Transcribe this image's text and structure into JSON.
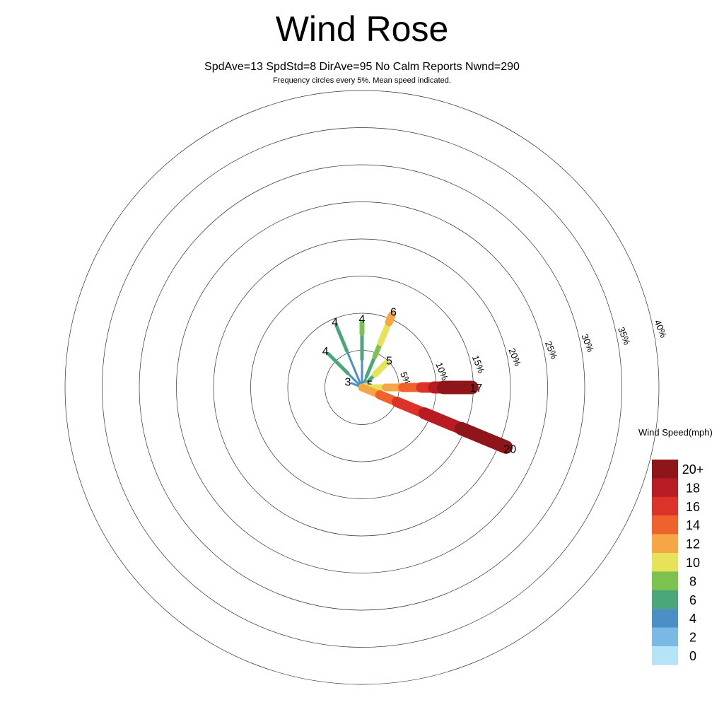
{
  "chart_data": {
    "type": "wind-rose",
    "title": "Wind Rose",
    "stats": "SpdAve=13  SpdStd=8  DirAve=95   No Calm Reports  Nwnd=290",
    "subtitle": "Frequency circles every 5%. Mean speed indicated.",
    "ring_step_percent": 5,
    "rings": [
      "5%",
      "10%",
      "15%",
      "20%",
      "25%",
      "30%",
      "35%",
      "40%"
    ],
    "legend": {
      "title": "Wind Speed(mph)",
      "bins": [
        {
          "label": "20+",
          "color": "#8e1519"
        },
        {
          "label": "18",
          "color": "#b81b24"
        },
        {
          "label": "16",
          "color": "#dc3228"
        },
        {
          "label": "14",
          "color": "#f0622c"
        },
        {
          "label": "12",
          "color": "#f7a647"
        },
        {
          "label": "10",
          "color": "#e6e35b"
        },
        {
          "label": "8",
          "color": "#7cc24e"
        },
        {
          "label": "6",
          "color": "#4aa77a"
        },
        {
          "label": "4",
          "color": "#4a8fc6"
        },
        {
          "label": "2",
          "color": "#7ab9e6"
        },
        {
          "label": "0",
          "color": "#b5e3f8"
        }
      ]
    },
    "petals": [
      {
        "direction": 292.5,
        "mean": "3",
        "segments": [
          {
            "bin": "4",
            "to": 1.5
          }
        ]
      },
      {
        "direction": 315,
        "mean": "4",
        "segments": [
          {
            "bin": "4",
            "to": 2.7
          },
          {
            "bin": "6",
            "to": 6.4
          }
        ]
      },
      {
        "direction": 337.5,
        "mean": "4",
        "segments": [
          {
            "bin": "4",
            "to": 5.3
          },
          {
            "bin": "6",
            "to": 9.0
          }
        ]
      },
      {
        "direction": 0,
        "mean": "4",
        "segments": [
          {
            "bin": "4",
            "to": 3.8
          },
          {
            "bin": "6",
            "to": 7.3
          },
          {
            "bin": "8",
            "to": 8.7
          }
        ]
      },
      {
        "direction": 22.5,
        "mean": "6",
        "segments": [
          {
            "bin": "4",
            "to": 1.6
          },
          {
            "bin": "6",
            "to": 4.5
          },
          {
            "bin": "8",
            "to": 6.5
          },
          {
            "bin": "10",
            "to": 9.5
          },
          {
            "bin": "12",
            "to": 10.5
          }
        ]
      },
      {
        "direction": 45,
        "mean": "5",
        "segments": [
          {
            "bin": "4",
            "to": 1.0
          },
          {
            "bin": "6",
            "to": 2.5
          },
          {
            "bin": "10",
            "to": 4.6
          }
        ]
      },
      {
        "direction": 67.5,
        "mean": "5",
        "segments": [
          {
            "bin": "10",
            "to": 0.6
          }
        ]
      },
      {
        "direction": 90,
        "mean": "17",
        "segments": [
          {
            "bin": "10",
            "to": 3.2
          },
          {
            "bin": "12",
            "to": 5.5
          },
          {
            "bin": "14",
            "to": 8.0
          },
          {
            "bin": "16",
            "to": 9.7
          },
          {
            "bin": "18",
            "to": 11.0
          },
          {
            "bin": "20+",
            "to": 14.8
          }
        ]
      },
      {
        "direction": 112.5,
        "mean": "20",
        "segments": [
          {
            "bin": "12",
            "to": 2.6
          },
          {
            "bin": "14",
            "to": 5.1
          },
          {
            "bin": "16",
            "to": 9.1
          },
          {
            "bin": "18",
            "to": 14.5
          },
          {
            "bin": "20+",
            "to": 21.0
          }
        ]
      }
    ]
  }
}
